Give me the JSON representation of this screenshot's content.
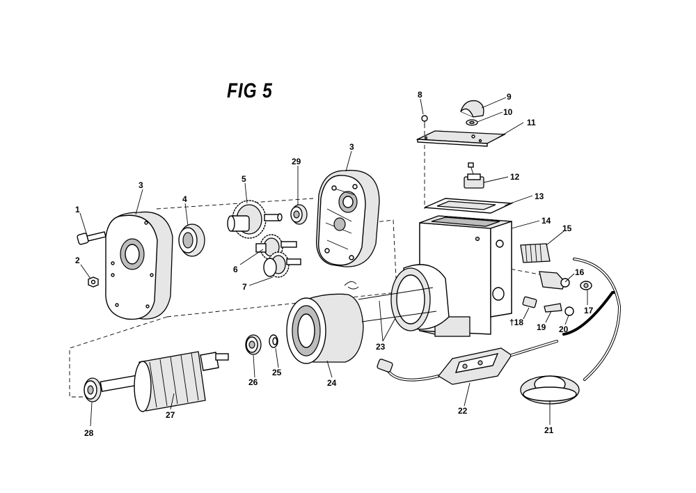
{
  "figure": {
    "title": "FIG 5"
  },
  "callouts": [
    {
      "id": "c1",
      "text": "1"
    },
    {
      "id": "c2",
      "text": "2"
    },
    {
      "id": "c3a",
      "text": "3"
    },
    {
      "id": "c3b",
      "text": "3"
    },
    {
      "id": "c4",
      "text": "4"
    },
    {
      "id": "c5",
      "text": "5"
    },
    {
      "id": "c6",
      "text": "6"
    },
    {
      "id": "c7",
      "text": "7"
    },
    {
      "id": "c8",
      "text": "8"
    },
    {
      "id": "c9",
      "text": "9"
    },
    {
      "id": "c10",
      "text": "10"
    },
    {
      "id": "c11",
      "text": "11"
    },
    {
      "id": "c12",
      "text": "12"
    },
    {
      "id": "c13",
      "text": "13"
    },
    {
      "id": "c14",
      "text": "14"
    },
    {
      "id": "c15",
      "text": "15"
    },
    {
      "id": "c16",
      "text": "16"
    },
    {
      "id": "c17",
      "text": "17"
    },
    {
      "id": "c18",
      "text": "†18"
    },
    {
      "id": "c19",
      "text": "19"
    },
    {
      "id": "c20",
      "text": "20"
    },
    {
      "id": "c21",
      "text": "21"
    },
    {
      "id": "c22",
      "text": "22"
    },
    {
      "id": "c23",
      "text": "23"
    },
    {
      "id": "c24",
      "text": "24"
    },
    {
      "id": "c25",
      "text": "25"
    },
    {
      "id": "c26",
      "text": "26"
    },
    {
      "id": "c27",
      "text": "27"
    },
    {
      "id": "c28",
      "text": "28"
    },
    {
      "id": "c29",
      "text": "29"
    }
  ]
}
